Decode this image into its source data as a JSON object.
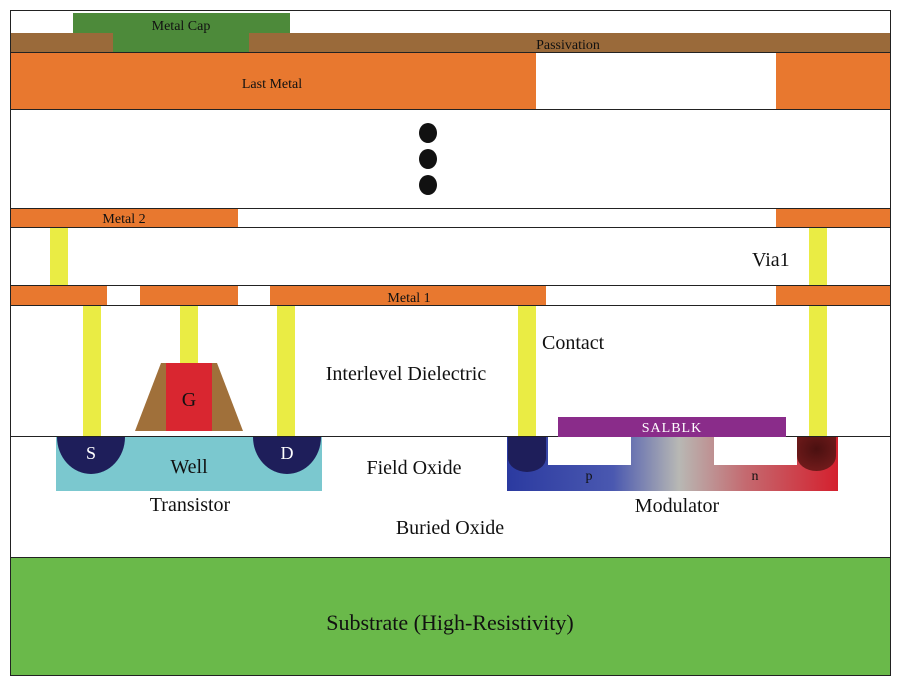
{
  "labels": {
    "metal_cap": "Metal Cap",
    "passivation": "Passivation",
    "last_metal": "Last Metal",
    "metal_2": "Metal 2",
    "via1": "Via1",
    "metal_1": "Metal 1",
    "contact": "Contact",
    "interlevel_dielectric": "Interlevel Dielectric",
    "gate": "G",
    "source": "S",
    "drain": "D",
    "well": "Well",
    "field_oxide": "Field Oxide",
    "transistor": "Transistor",
    "salblk": "SALBLK",
    "p_region": "p",
    "n_region": "n",
    "modulator": "Modulator",
    "buried_oxide": "Buried Oxide",
    "substrate": "Substrate (High-Resistivity)"
  },
  "colors": {
    "metal": "#e8782f",
    "passivation": "#9a6a3a",
    "metal_cap": "#4d8a3a",
    "via": "#eaec44",
    "gate": "#d92630",
    "gate_spacer": "#a0703a",
    "source_drain": "#1e1e5a",
    "well": "#7bc8cf",
    "salblk": "#8a2c8a",
    "p_doped": "#2b3aa0",
    "n_doped": "#d4202e",
    "substrate": "#6ab94a",
    "dots": "#111111",
    "line": "#222222"
  }
}
